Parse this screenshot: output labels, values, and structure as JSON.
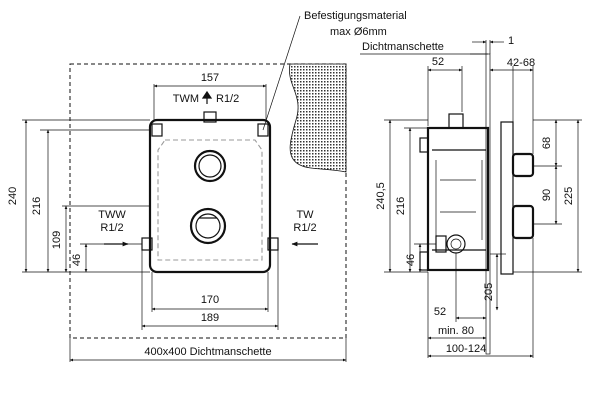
{
  "labels": {
    "befestigung": "Befestigungsmaterial",
    "max_bolt": "max Ø6mm",
    "dichtmanschette": "Dichtmanschette",
    "twm": "TWM",
    "twm_size": "R1/2",
    "tww": "TWW",
    "tww_size": "R1/2",
    "tw": "TW",
    "tw_size": "R1/2",
    "manschette_size": "400x400  Dichtmanschette",
    "min80": "min. 80"
  },
  "dimensions": {
    "d157": "157",
    "d240": "240",
    "d216": "216",
    "d109": "109",
    "d46_front": "46",
    "d170": "170",
    "d189": "189",
    "d52_top": "52",
    "d1": "1",
    "d42_68": "42-68",
    "d68": "68",
    "d90": "90",
    "d225": "225",
    "d240_5": "240,5",
    "d216_side": "216",
    "d46_side": "46",
    "d205": "205",
    "d52_bottom": "52",
    "d100_124": "100-124"
  },
  "colors": {
    "line": "#111111",
    "hatch": "#444444",
    "hidden": "#9a9a9a"
  }
}
